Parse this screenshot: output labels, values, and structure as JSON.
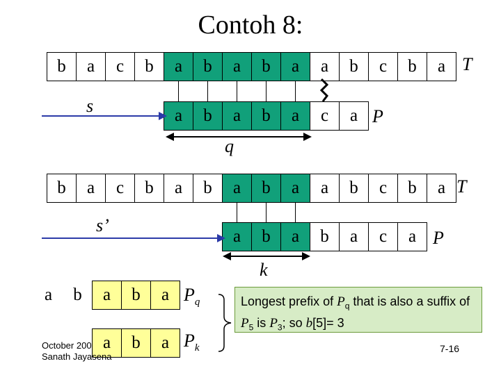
{
  "title": "Contoh 8:",
  "row1": {
    "T": [
      "b",
      "a",
      "c",
      "b",
      "a",
      "b",
      "a",
      "b",
      "a",
      "a",
      "b",
      "c",
      "b",
      "a"
    ],
    "T_label": "T",
    "P": [
      "a",
      "b",
      "a",
      "b",
      "a",
      "c",
      "a"
    ],
    "P_label": "P",
    "shift_label": "s",
    "q_label": "q"
  },
  "row2": {
    "T": [
      "b",
      "a",
      "c",
      "b",
      "a",
      "b",
      "a",
      "b",
      "a",
      "a",
      "b",
      "c",
      "b",
      "a"
    ],
    "T_label": "T",
    "P": [
      "a",
      "b",
      "a",
      "b",
      "a",
      "c",
      "a"
    ],
    "P_label": "P",
    "shift_label": "s’",
    "k_label": "k"
  },
  "prefix": {
    "Pq": [
      "a",
      "b",
      "a",
      "b",
      "a"
    ],
    "Pq_label": "P",
    "Pq_sub": "q",
    "Pk": [
      "a",
      "b",
      "a"
    ],
    "Pk_label": "P",
    "Pk_sub": "k"
  },
  "note": {
    "t1": "Longest prefix of ",
    "v1": "P",
    "s1": "q",
    "t2": " that is also a suffix of ",
    "v2": "P",
    "s2": "5",
    "t3": " is ",
    "v3": "P",
    "s3": "3",
    "t4": "; so ",
    "v4": "b",
    "t5": "[5]= 3"
  },
  "footer": {
    "line1": "October 200",
    "line2": "Sanath Jayasena"
  },
  "slide_number": "7-16",
  "colors": {
    "match_green": "#11a07a",
    "prefix_yellow": "#ffff99",
    "note_green": "#d7ecc6",
    "arrow_blue": "#2b3aa8"
  }
}
